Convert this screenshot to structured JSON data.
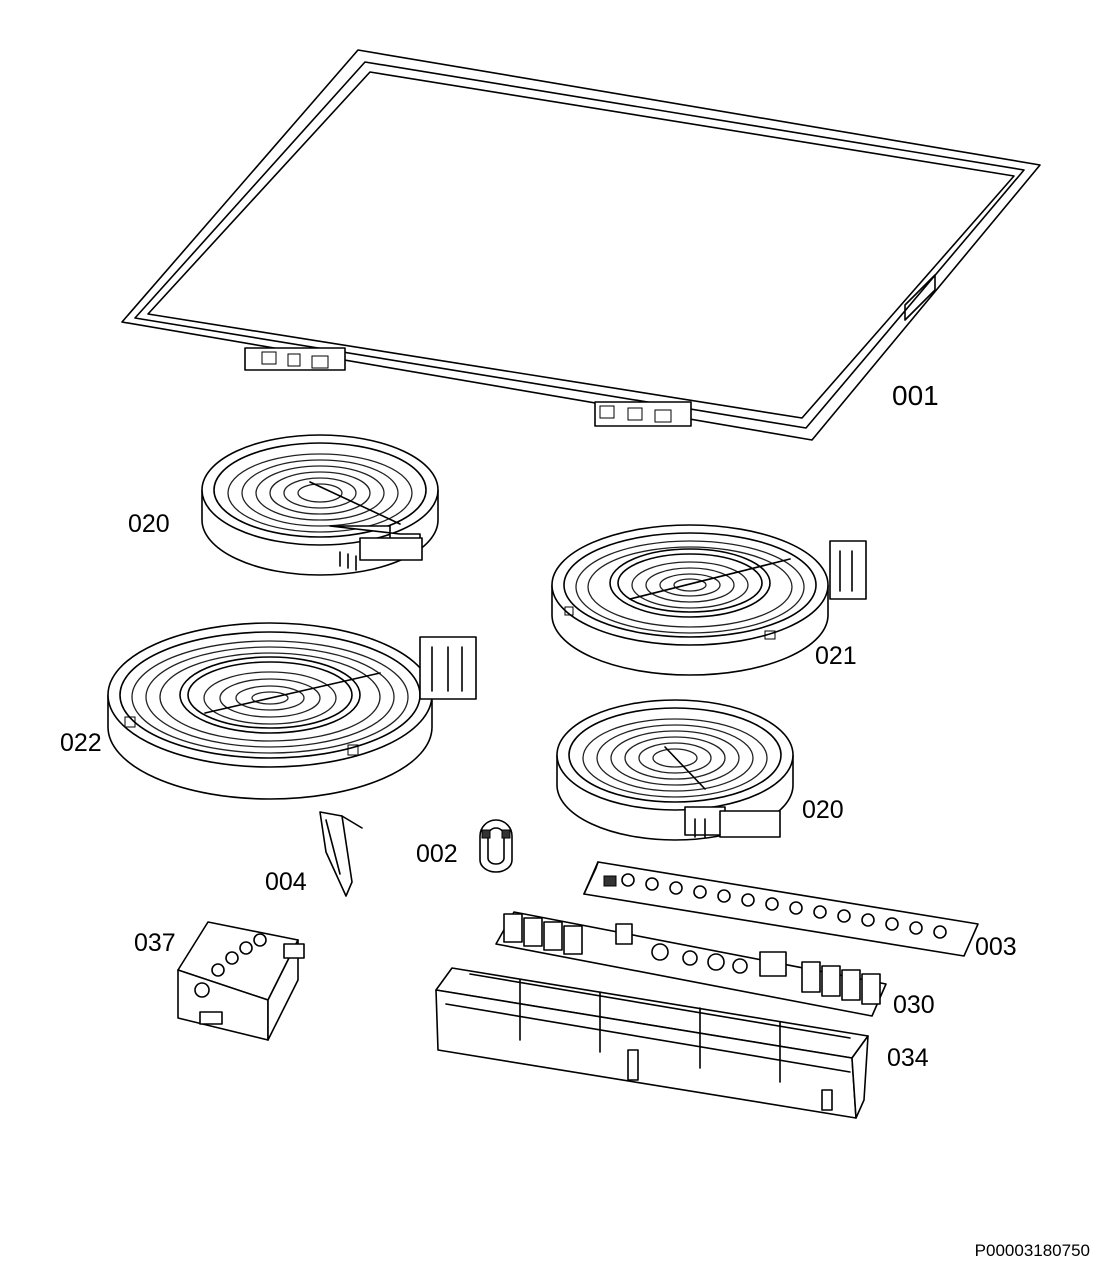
{
  "parts": {
    "p001": "001",
    "p020_top": "020",
    "p021": "021",
    "p022": "022",
    "p020_bottom": "020",
    "p002": "002",
    "p004": "004",
    "p037": "037",
    "p003": "003",
    "p030": "030",
    "p034": "034"
  },
  "document_id": "P00003180750",
  "colors": {
    "line": "#000000",
    "background": "#ffffff"
  }
}
